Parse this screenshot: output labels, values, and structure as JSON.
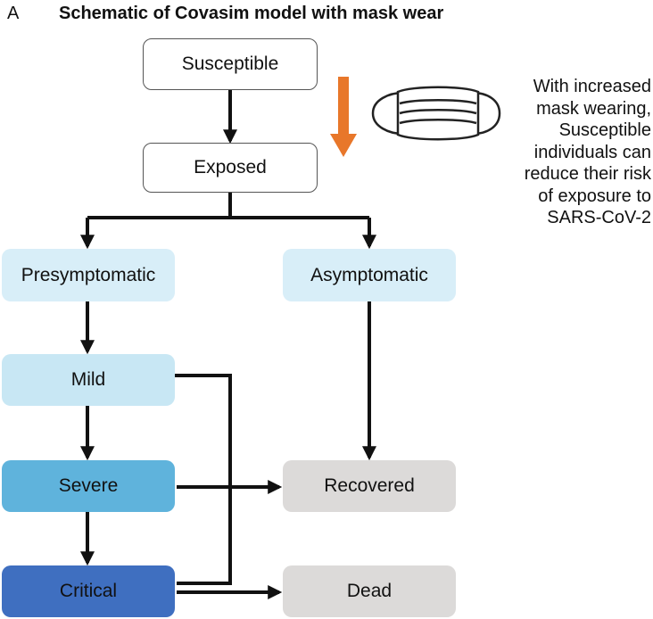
{
  "header": {
    "panel_letter": "A",
    "title": "Schematic of Covasim model with mask wear"
  },
  "nodes": {
    "susceptible": "Susceptible",
    "exposed": "Exposed",
    "presymptomatic": "Presymptomatic",
    "asymptomatic": "Asymptomatic",
    "mild": "Mild",
    "severe": "Severe",
    "critical": "Critical",
    "recovered": "Recovered",
    "dead": "Dead"
  },
  "annotation": {
    "lines": [
      "With increased",
      "mask wearing,",
      "Susceptible",
      "individuals can",
      "reduce their risk",
      "of exposure to",
      "SARS-CoV-2"
    ]
  },
  "icons": {
    "mask": "face-mask-icon",
    "reduction_arrow": "down-arrow-icon"
  },
  "colors": {
    "light_blue": "#d8eef8",
    "mid_blue": "#5fb3dc",
    "dark_blue": "#3f6fc0",
    "gray": "#dcdad9",
    "orange": "#e8772a"
  }
}
